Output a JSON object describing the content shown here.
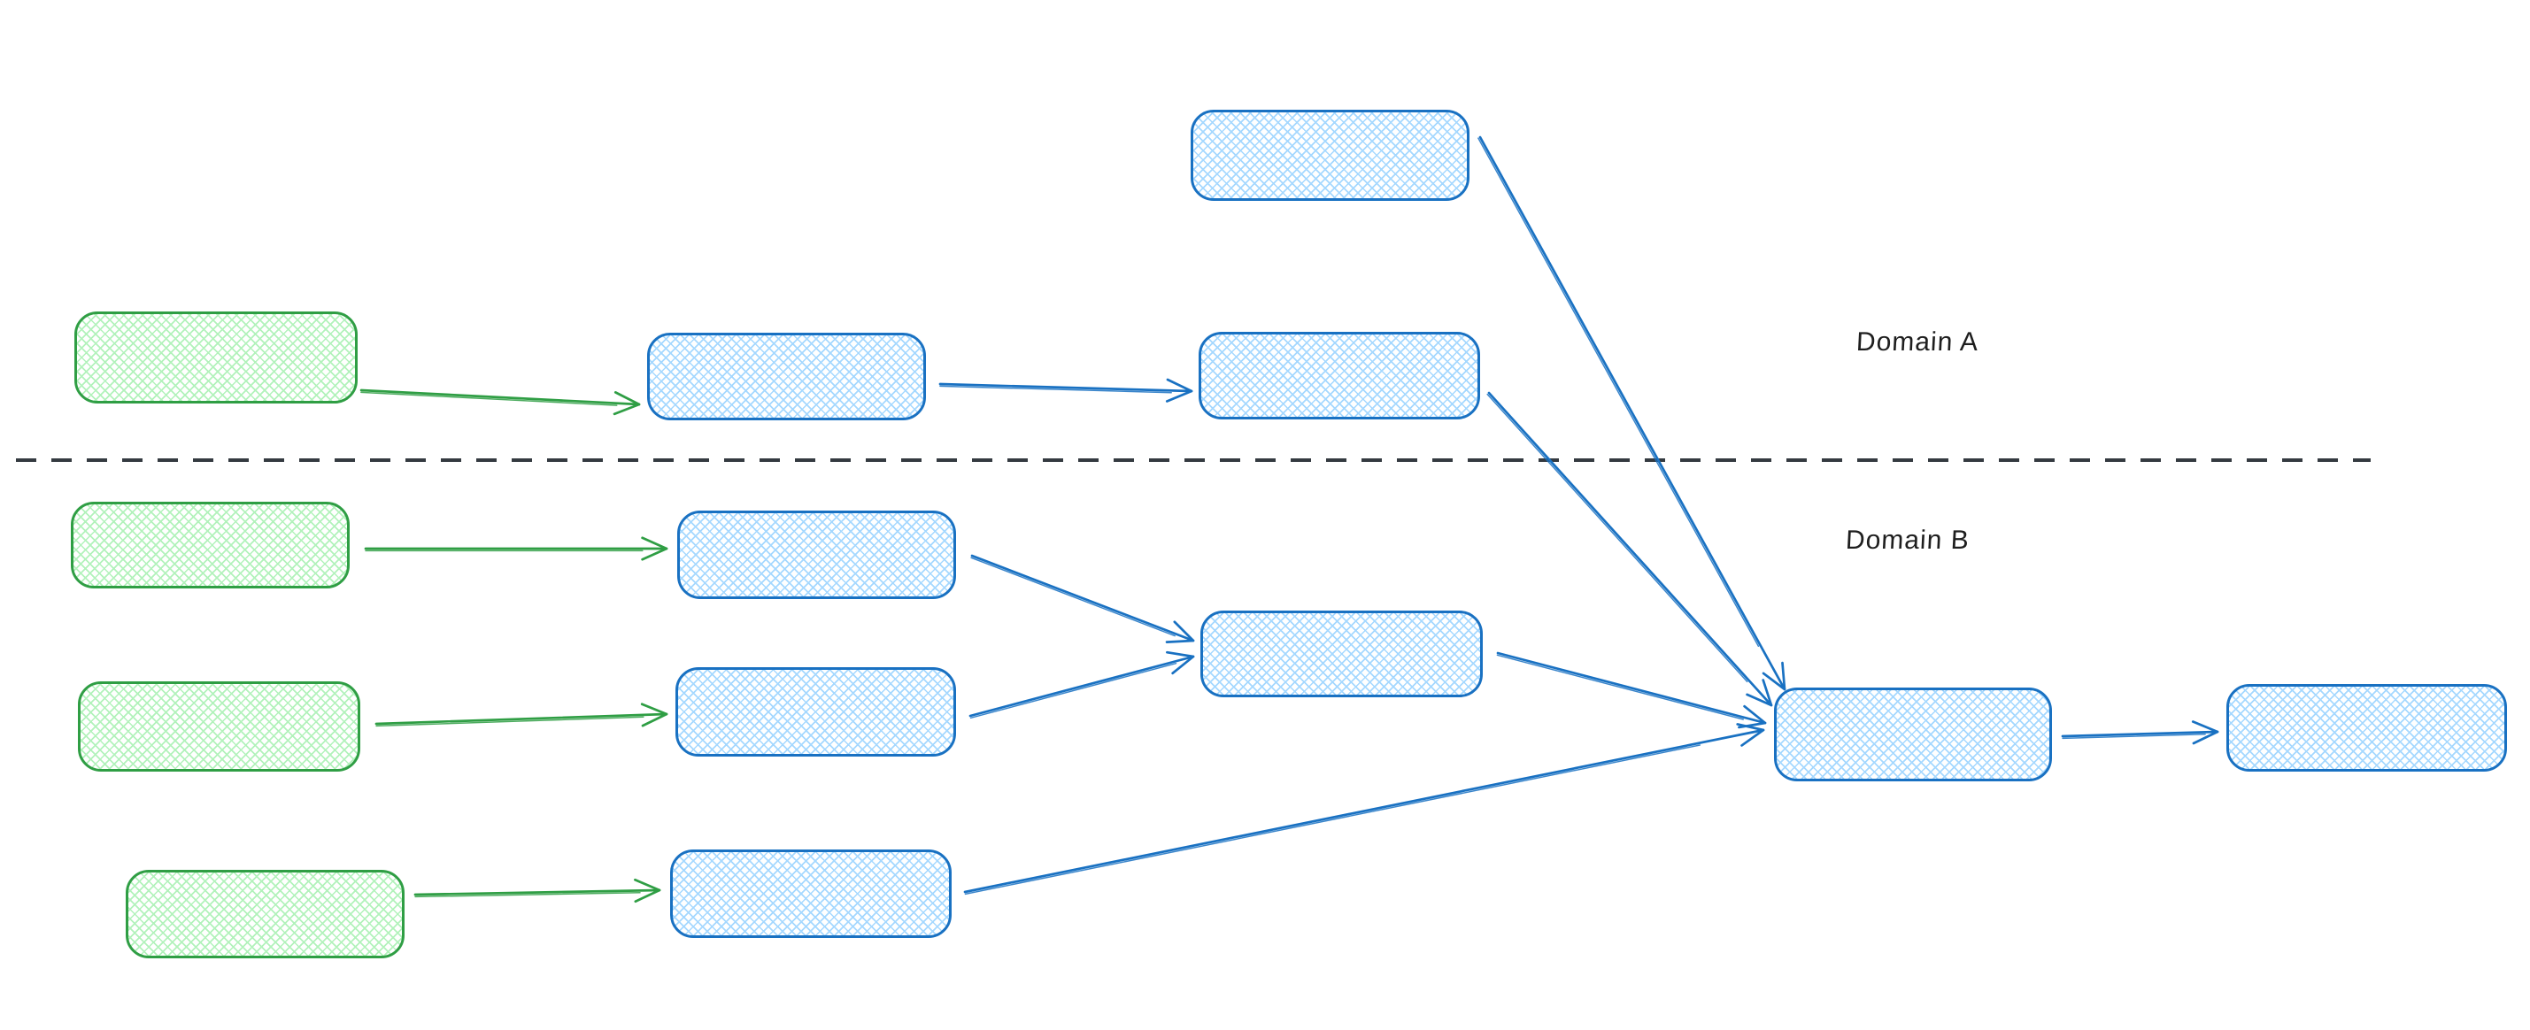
{
  "diagram": {
    "labels": {
      "domain_a": "Domain A",
      "domain_b": "Domain B"
    },
    "colors": {
      "blue_stroke": "#1971c2",
      "blue_fill": "#a5d8ff",
      "green_stroke": "#2f9e44",
      "green_fill": "#b2f2bb",
      "divider": "#343a40",
      "label_text": "#1e1e1e",
      "canvas_background": "#ffffff"
    },
    "style": {
      "box_fill_pattern": "cross-hatch",
      "stroke_style": "hand-drawn sketchy",
      "arrowhead": "open-v",
      "divider_style": "dashed horizontal line"
    },
    "nodes": [
      {
        "id": "a1",
        "color": "blue",
        "domain": "A",
        "label": ""
      },
      {
        "id": "g1",
        "color": "green",
        "domain": "A",
        "label": ""
      },
      {
        "id": "b1",
        "color": "blue",
        "domain": "A",
        "label": ""
      },
      {
        "id": "b2",
        "color": "blue",
        "domain": "A",
        "label": ""
      },
      {
        "id": "g2",
        "color": "green",
        "domain": "B",
        "label": ""
      },
      {
        "id": "b3",
        "color": "blue",
        "domain": "B",
        "label": ""
      },
      {
        "id": "g3",
        "color": "green",
        "domain": "B",
        "label": ""
      },
      {
        "id": "b4",
        "color": "blue",
        "domain": "B",
        "label": ""
      },
      {
        "id": "m",
        "color": "blue",
        "domain": "B",
        "label": ""
      },
      {
        "id": "g4",
        "color": "green",
        "domain": "B",
        "label": ""
      },
      {
        "id": "b5",
        "color": "blue",
        "domain": "B",
        "label": ""
      },
      {
        "id": "c",
        "color": "blue",
        "domain": "B",
        "label": ""
      },
      {
        "id": "d",
        "color": "blue",
        "domain": "B",
        "label": ""
      }
    ],
    "edges": [
      {
        "from": "g1",
        "to": "b1",
        "color": "green"
      },
      {
        "from": "b1",
        "to": "b2",
        "color": "blue"
      },
      {
        "from": "a1",
        "to": "c",
        "color": "blue"
      },
      {
        "from": "b2",
        "to": "c",
        "color": "blue"
      },
      {
        "from": "g2",
        "to": "b3",
        "color": "green"
      },
      {
        "from": "g3",
        "to": "b4",
        "color": "green"
      },
      {
        "from": "b3",
        "to": "m",
        "color": "blue"
      },
      {
        "from": "b4",
        "to": "m",
        "color": "blue"
      },
      {
        "from": "m",
        "to": "c",
        "color": "blue"
      },
      {
        "from": "g4",
        "to": "b5",
        "color": "green"
      },
      {
        "from": "b5",
        "to": "c",
        "color": "blue"
      },
      {
        "from": "c",
        "to": "d",
        "color": "blue"
      }
    ]
  }
}
